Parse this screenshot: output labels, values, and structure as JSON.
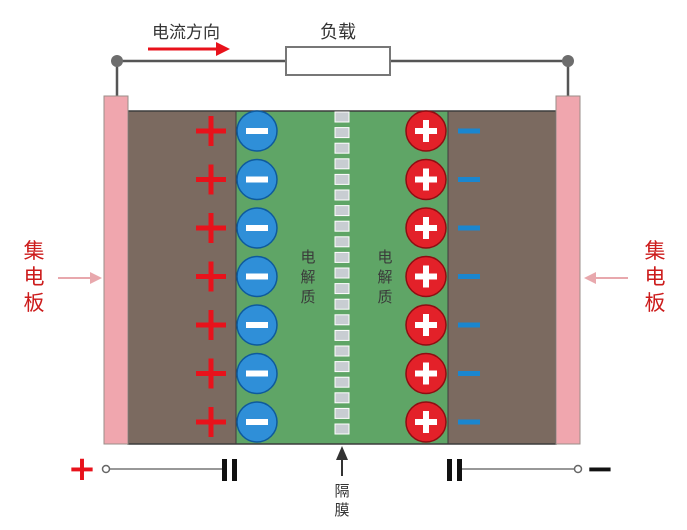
{
  "labels": {
    "load": "负载",
    "current_direction": "电流方向",
    "collector_left": [
      "集",
      "电",
      "板"
    ],
    "collector_right": [
      "集",
      "电",
      "板"
    ],
    "electrolyte_left": [
      "电",
      "解",
      "质"
    ],
    "electrolyte_right": [
      "电",
      "解",
      "质"
    ],
    "separator": [
      "隔",
      "膜"
    ],
    "terminal_positive": "+",
    "terminal_negative": "−"
  },
  "colors": {
    "collector": "#f0a6ae",
    "electrode": "#7b6a60",
    "electrolyte": "#5fa566",
    "separator": "#c8cdd2",
    "positive_sign": "#e8121b",
    "negative_sign": "#1a86cf",
    "anion_fill": "#2f8fd8",
    "cation_fill": "#e32129",
    "label_red": "#cc1b1b",
    "text_dark": "#333333",
    "wire": "#555555"
  },
  "charges": {
    "rows": 7,
    "left_electrode_sign": "positive",
    "left_ion": "anion",
    "right_ion": "cation",
    "right_electrode_sign": "negative"
  }
}
